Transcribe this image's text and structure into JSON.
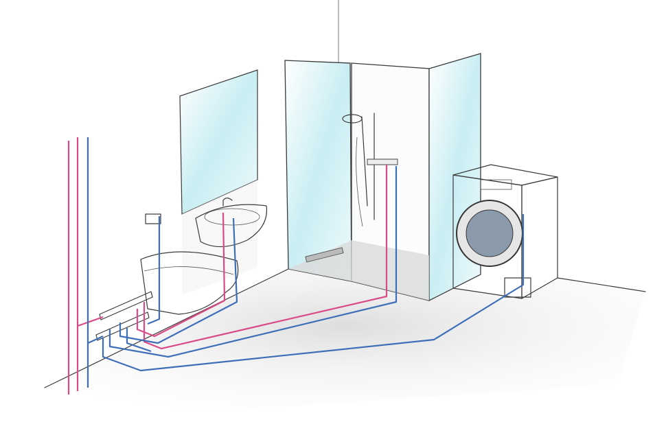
{
  "colors": {
    "hot_pipe": "#d94a86",
    "cold_pipe": "#3d6fb8",
    "glass": "#c9eef3",
    "floor_shade": "#d6d6d6",
    "ink": "#3a3a3a"
  },
  "elements": [
    "wall-pipes",
    "mirror",
    "washbasin",
    "wall-hung-toilet",
    "flush-button",
    "pipe-manifold",
    "shower-enclosure",
    "shower-head",
    "shower-drain",
    "washing-machine"
  ]
}
